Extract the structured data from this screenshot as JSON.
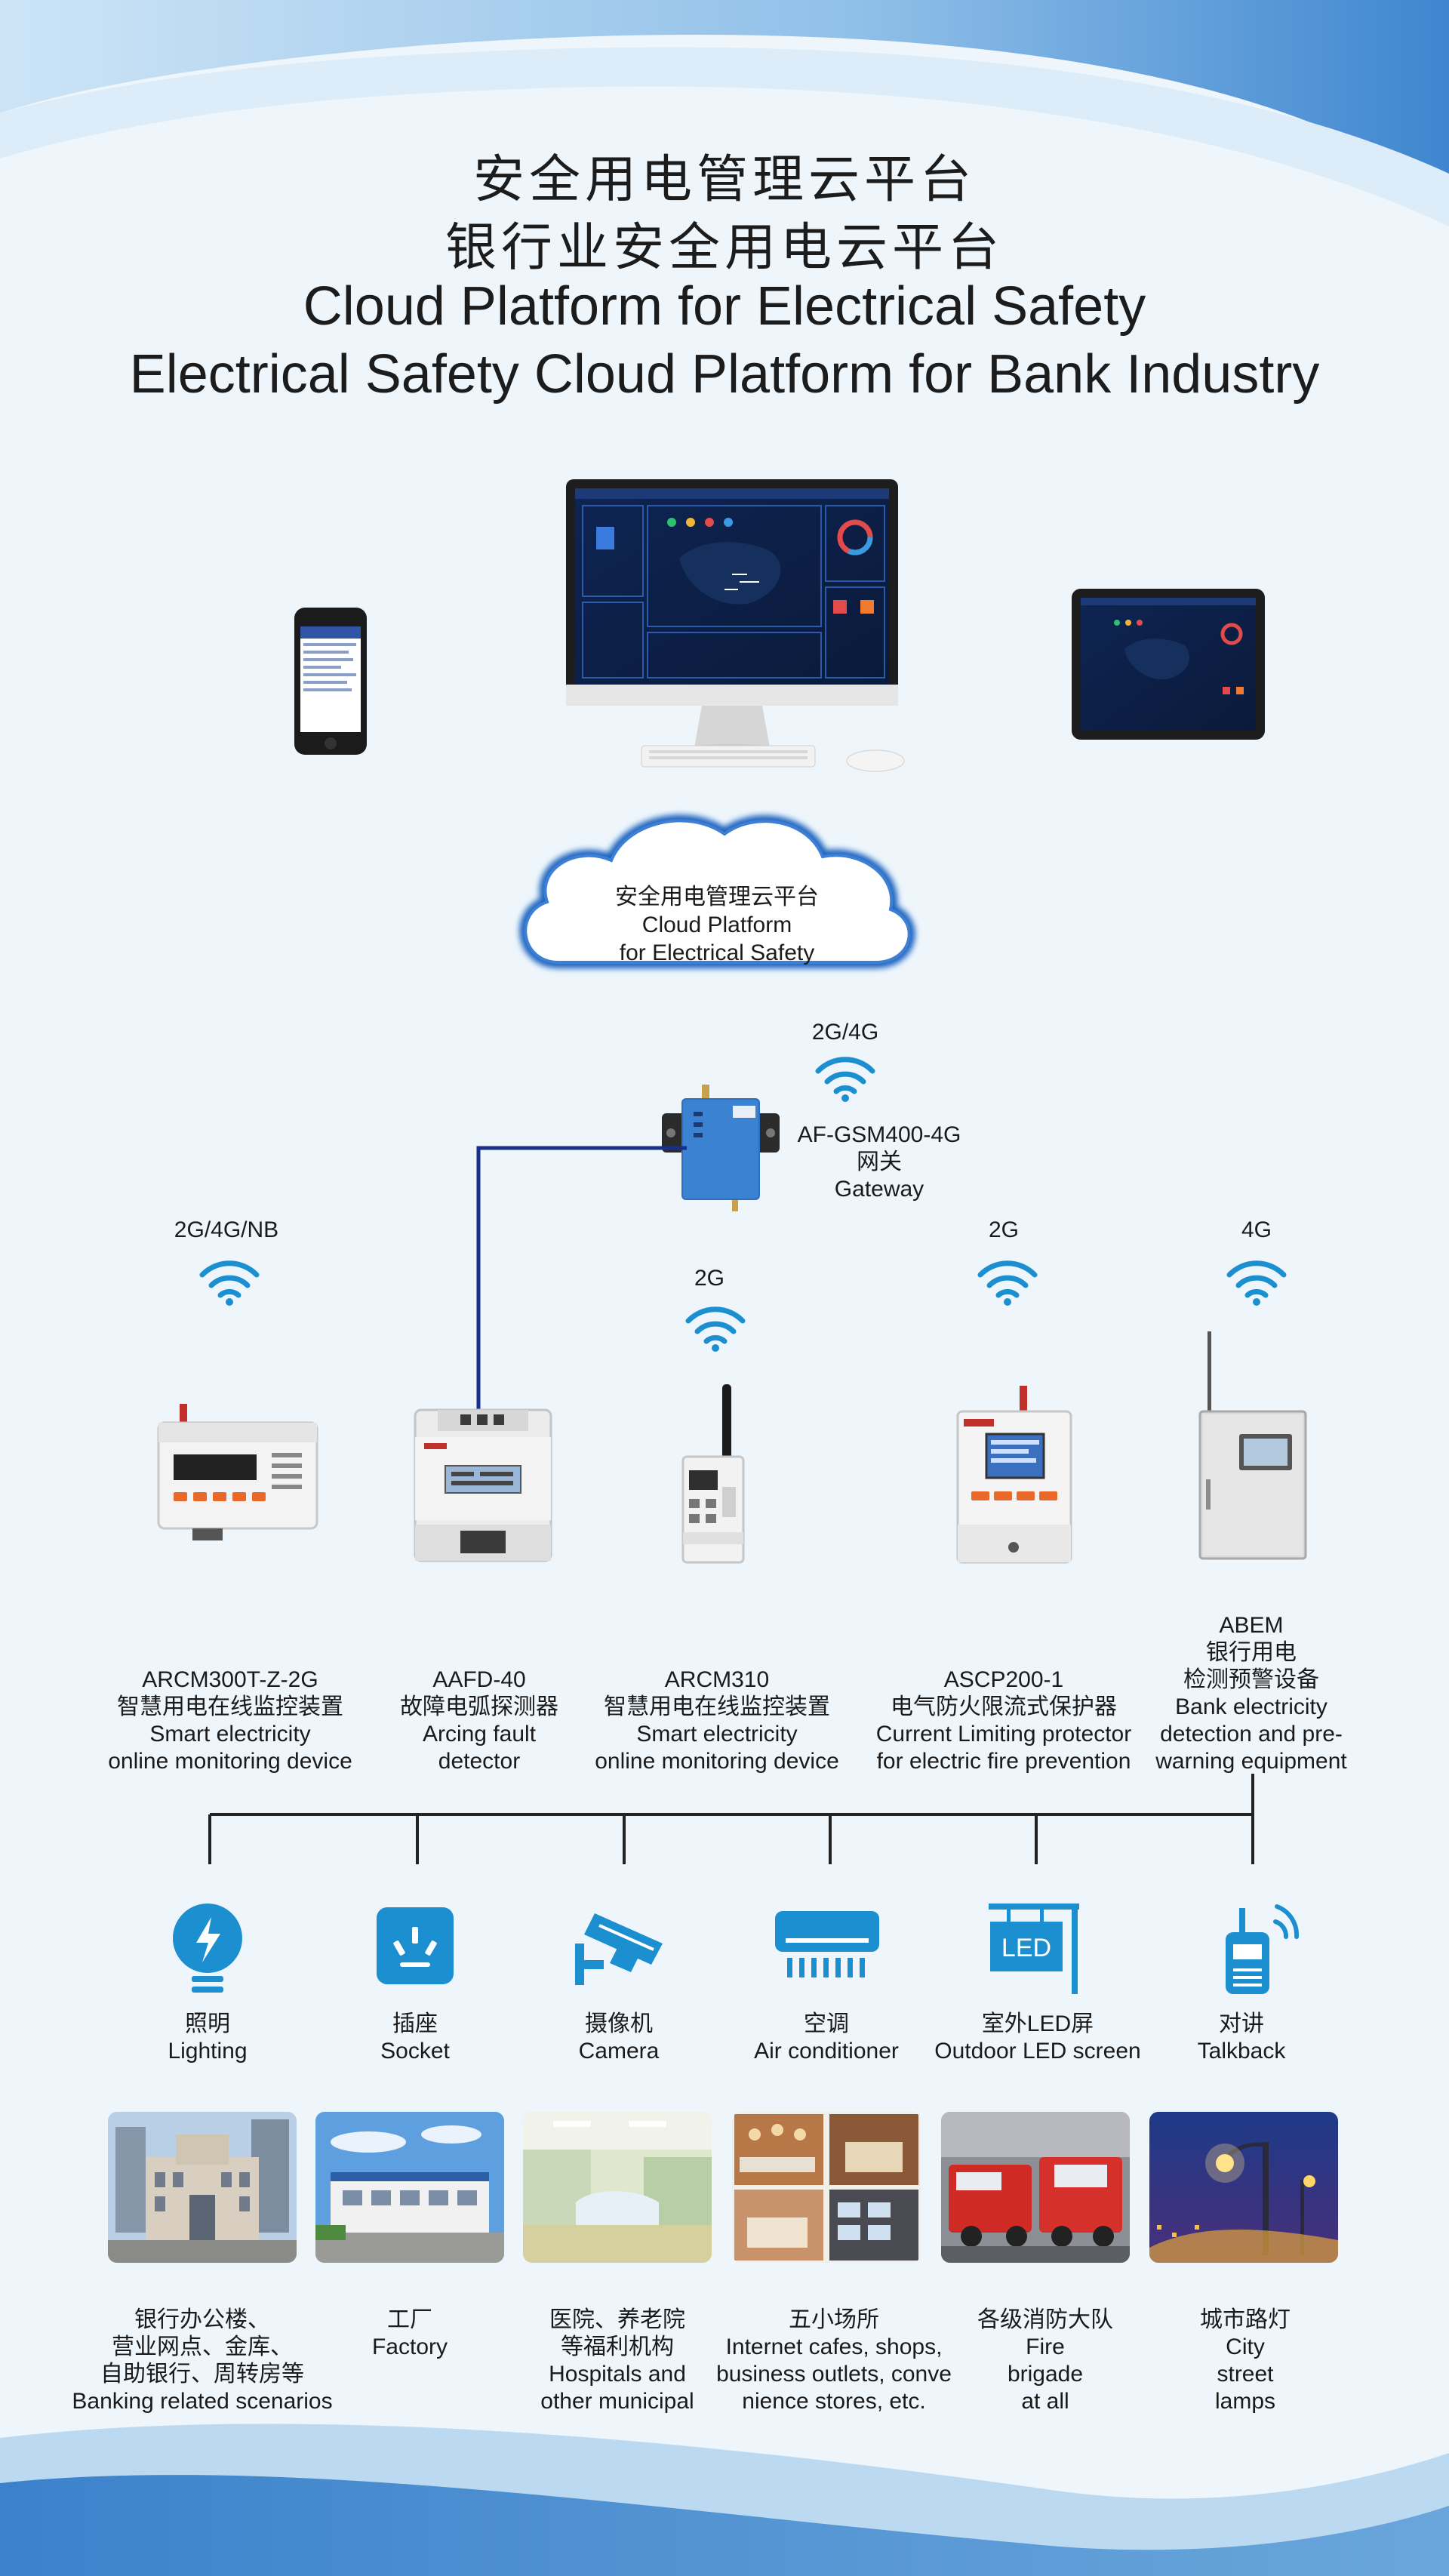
{
  "title": {
    "line1": "安全用电管理云平台",
    "line2": "银行业安全用电云平台",
    "line3": "Cloud Platform for Electrical Safety",
    "line4": "Electrical Safety Cloud Platform for Bank Industry"
  },
  "cloud": {
    "line1": "安全用电管理云平台",
    "line2": "Cloud Platform",
    "line3": "for Electrical Safety"
  },
  "gateway": {
    "signal": "2G/4G",
    "model": "AF-GSM400-4G",
    "cn": "网关",
    "en": "Gateway"
  },
  "devices": [
    {
      "signal": "2G/4G/NB",
      "lines": [
        "ARCM300T-Z-2G",
        "智慧用电在线监控装置",
        "Smart electricity",
        "online monitoring device"
      ]
    },
    {
      "signal": "",
      "lines": [
        "AAFD-40",
        "故障电弧探测器",
        "Arcing fault",
        "detector"
      ]
    },
    {
      "signal": "2G",
      "lines": [
        "ARCM310",
        "智慧用电在线监控装置",
        "Smart electricity",
        "online monitoring device"
      ]
    },
    {
      "signal": "2G",
      "lines": [
        "ASCP200-1",
        "电气防火限流式保护器",
        "Current Limiting protector",
        "for electric fire prevention"
      ]
    },
    {
      "signal": "4G",
      "lines": [
        "ABEM",
        "银行用电",
        "检测预警设备",
        "Bank electricity",
        "detection and pre-",
        "warning equipment"
      ]
    }
  ],
  "loads": [
    {
      "cn": "照明",
      "en": "Lighting",
      "icon": "lightbulb-icon"
    },
    {
      "cn": "插座",
      "en": "Socket",
      "icon": "socket-icon"
    },
    {
      "cn": "摄像机",
      "en": "Camera",
      "icon": "camera-icon"
    },
    {
      "cn": "空调",
      "en": "Air conditioner",
      "icon": "air-conditioner-icon"
    },
    {
      "cn": "室外LED屏",
      "en": "Outdoor LED screen",
      "icon": "led-sign-icon",
      "badge": "LED"
    },
    {
      "cn": "对讲",
      "en": "Talkback",
      "icon": "walkie-talkie-icon"
    }
  ],
  "scenarios": [
    {
      "lines": [
        "银行办公楼、",
        "营业网点、金库、",
        "自助银行、周转房等",
        "Banking related scenarios"
      ]
    },
    {
      "lines": [
        "工厂",
        "Factory"
      ]
    },
    {
      "lines": [
        "医院、养老院",
        "等福利机构",
        "Hospitals and",
        "other municipal"
      ]
    },
    {
      "lines": [
        "五小场所",
        "Internet cafes, shops,",
        "business outlets, conve",
        "nience stores, etc."
      ]
    },
    {
      "lines": [
        "各级消防大队",
        "Fire",
        "brigade",
        "at all"
      ]
    },
    {
      "lines": [
        "城市路灯",
        "City",
        "street",
        "lamps"
      ]
    }
  ],
  "colors": {
    "accent": "#1b8fd0",
    "dark_blue": "#1a3a8a",
    "line": "#222222",
    "bg_light": "#eaf4fb",
    "band": "#4d8fd0"
  }
}
